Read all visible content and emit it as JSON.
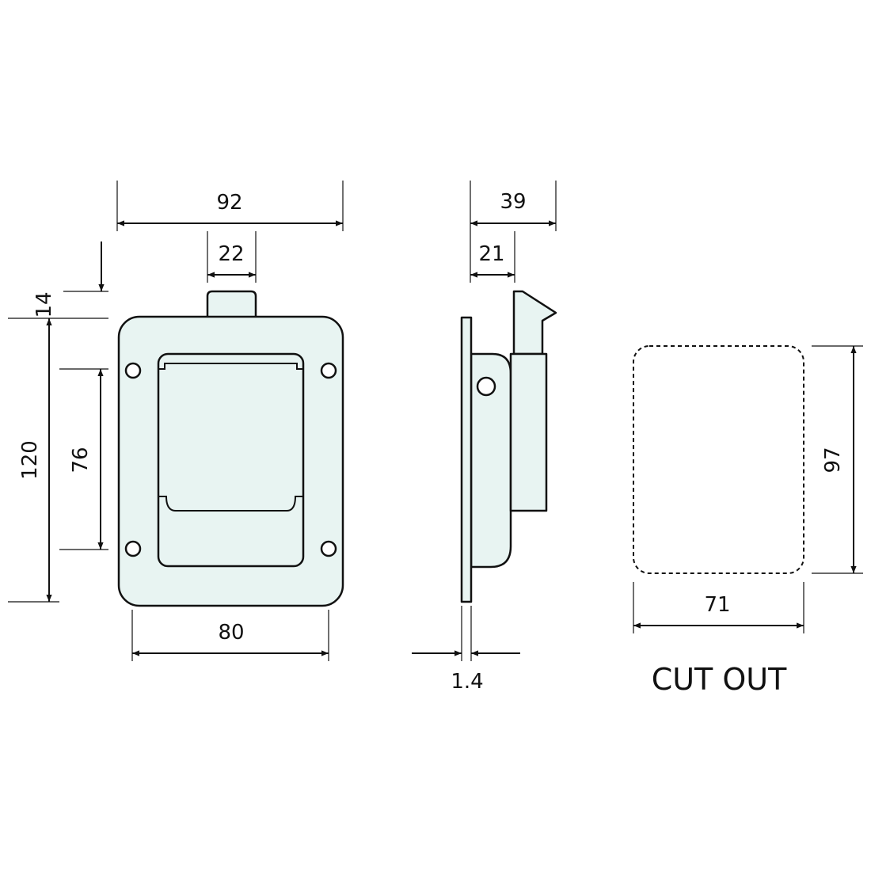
{
  "front_view": {
    "overall_width": "92",
    "tab_width": "22",
    "tab_height": "14",
    "overall_height": "120",
    "hole_spacing_vertical": "76",
    "hole_spacing_horizontal": "80"
  },
  "side_view": {
    "overall_depth": "39",
    "body_depth": "21",
    "plate_thickness": "1.4"
  },
  "cut_out": {
    "title": "CUT OUT",
    "height": "97",
    "width": "71"
  },
  "colors": {
    "fill": "#e8f4f2",
    "line": "#111111"
  }
}
